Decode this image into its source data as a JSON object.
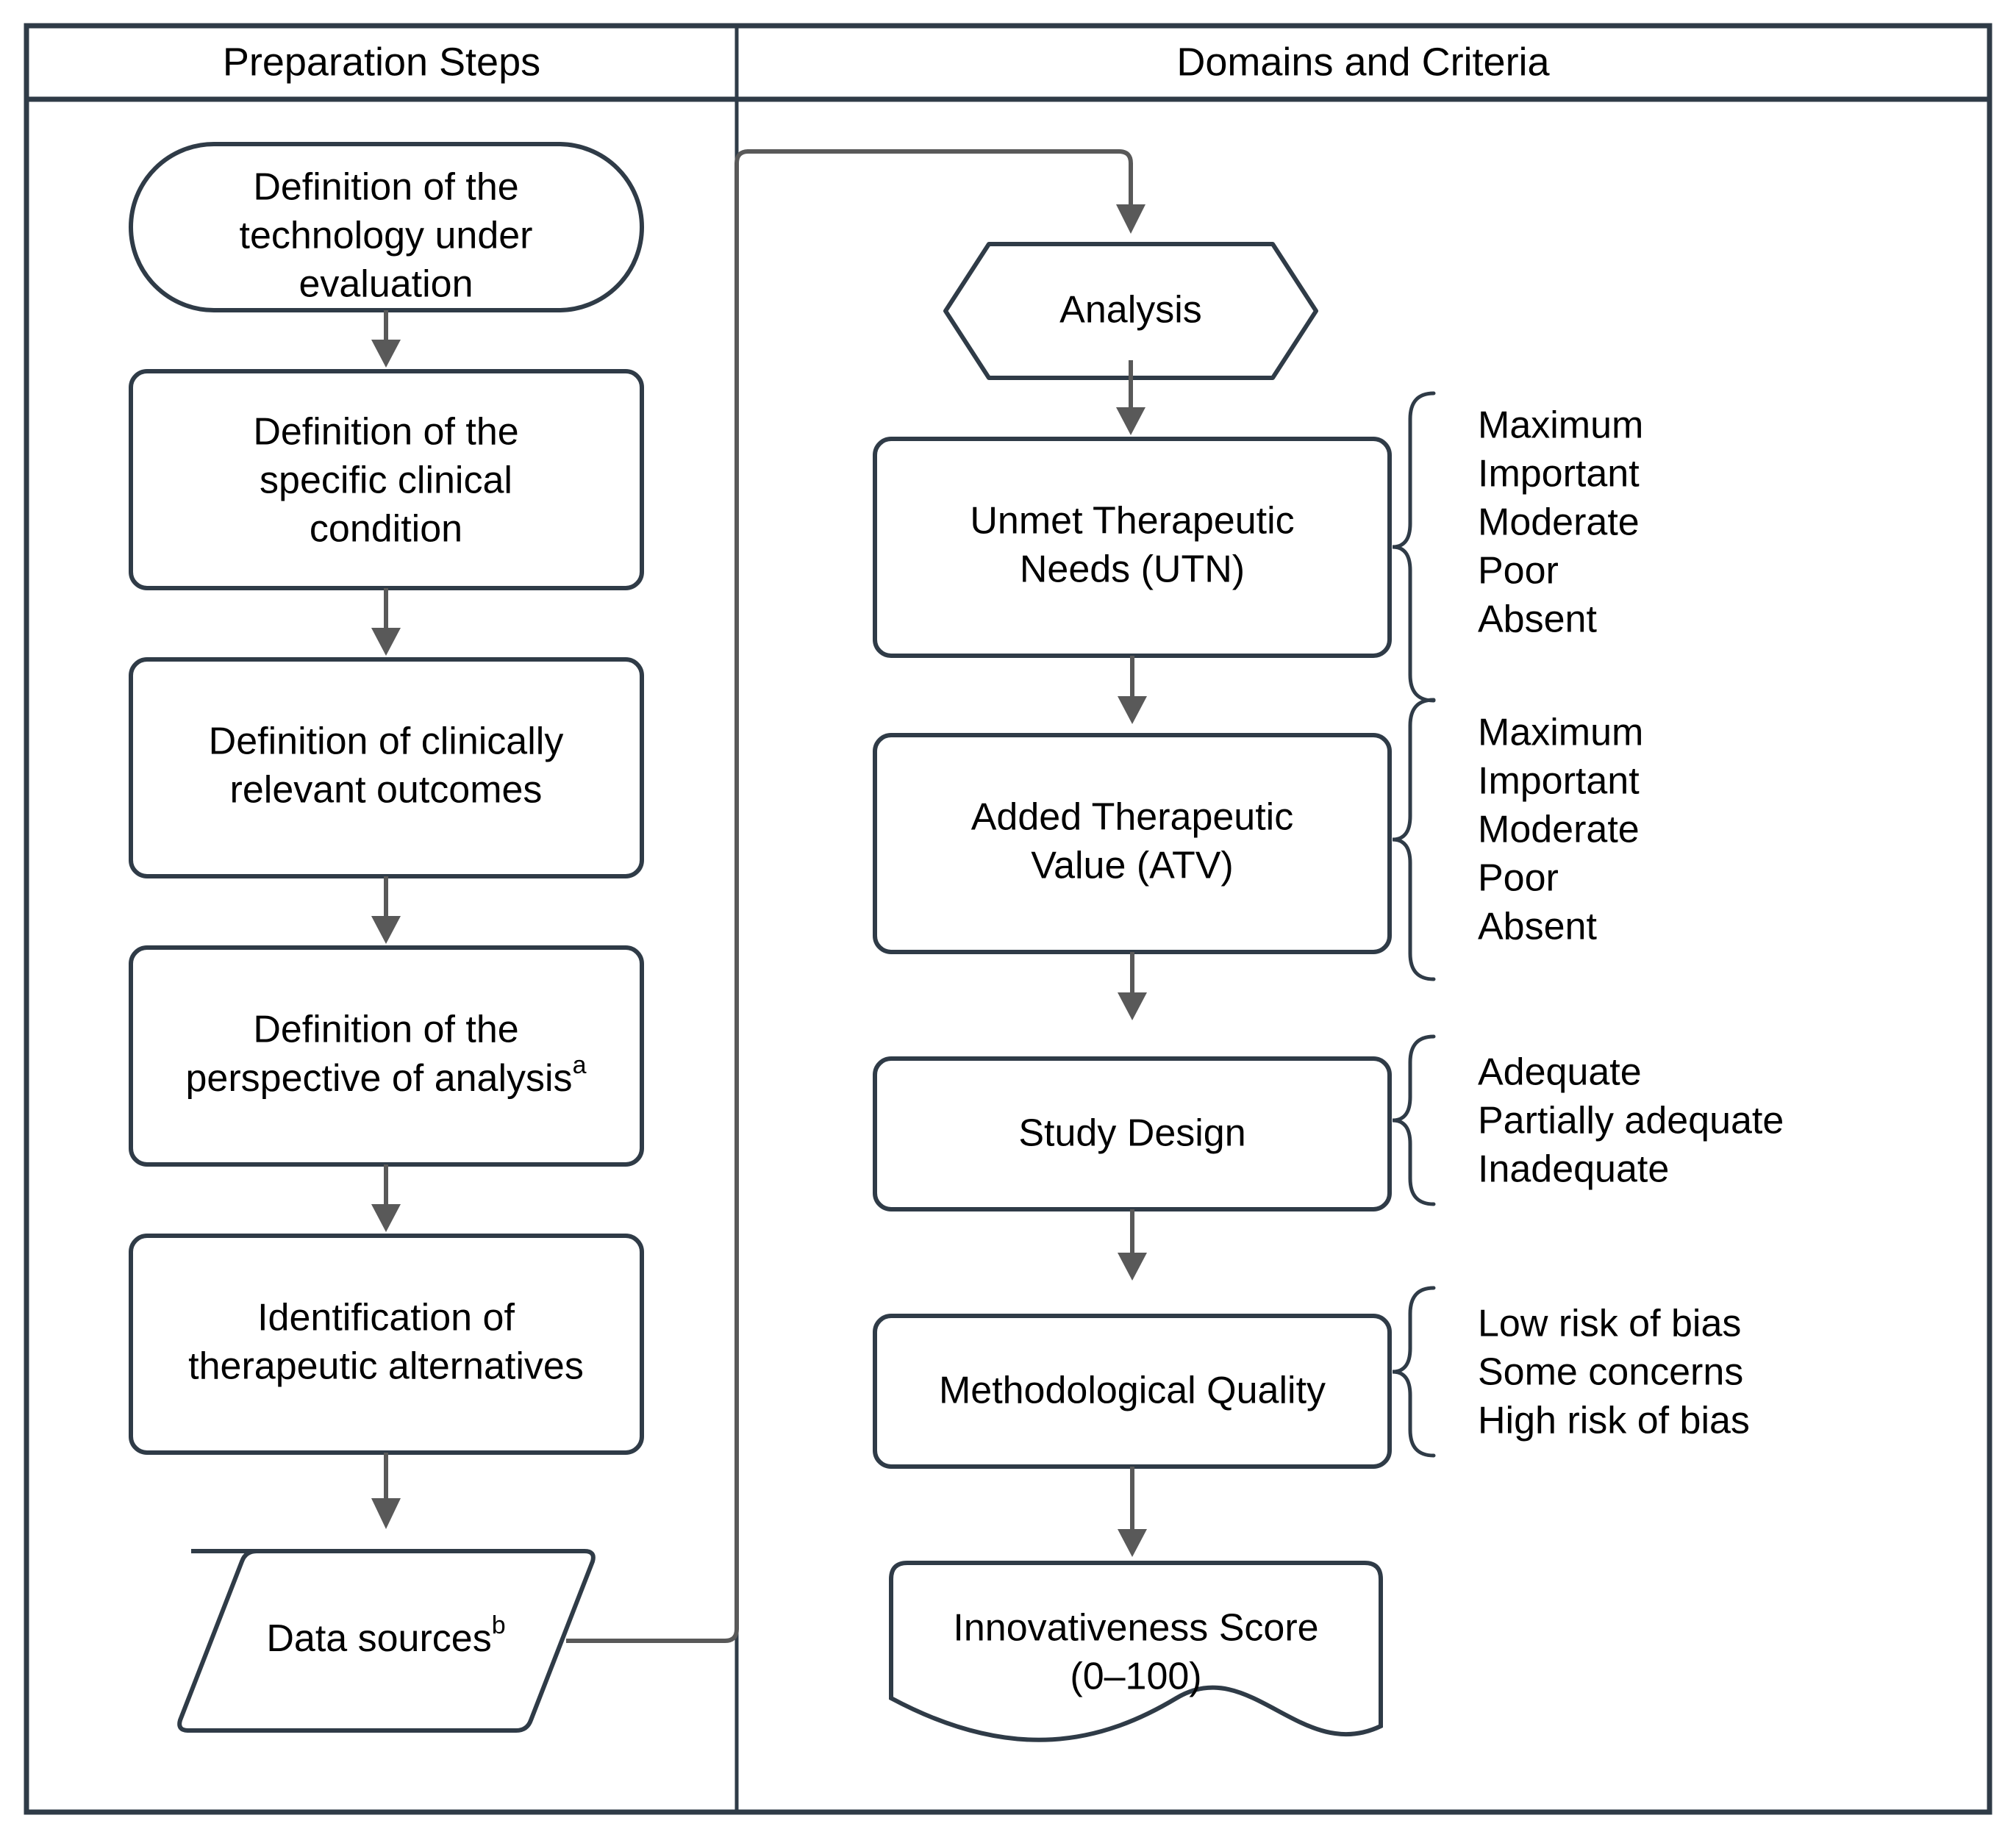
{
  "panels": {
    "left": {
      "title": "Preparation Steps"
    },
    "right": {
      "title": "Domains and Criteria"
    }
  },
  "preparation_steps": [
    {
      "id": "technology",
      "shape": "stadium",
      "line1": "Definition of the",
      "line2": "technology under",
      "line3": "evaluation"
    },
    {
      "id": "clinical-condition",
      "shape": "rounded-rect",
      "line1": "Definition of the",
      "line2": "specific clinical",
      "line3": "condition"
    },
    {
      "id": "relevant-outcomes",
      "shape": "rounded-rect",
      "line1": "Definition of clinically",
      "line2": "relevant outcomes",
      "line3": ""
    },
    {
      "id": "perspective",
      "shape": "rounded-rect",
      "line1": "Definition of the",
      "line2": "perspective of analysis",
      "line3": "",
      "superscript": "a"
    },
    {
      "id": "alternatives",
      "shape": "rounded-rect",
      "line1": "Identification of",
      "line2": "therapeutic alternatives",
      "line3": ""
    },
    {
      "id": "data-sources",
      "shape": "parallelogram",
      "line1": "Data sources",
      "line2": "",
      "line3": "",
      "superscript": "b"
    }
  ],
  "domains": [
    {
      "id": "analysis",
      "shape": "hexagon",
      "line1": "Analysis",
      "line2": "",
      "criteria": []
    },
    {
      "id": "utn",
      "shape": "rounded-rect",
      "line1": "Unmet Therapeutic",
      "line2": "Needs (UTN)",
      "criteria": [
        "Maximum",
        "Important",
        "Moderate",
        "Poor",
        "Absent"
      ]
    },
    {
      "id": "atv",
      "shape": "rounded-rect",
      "line1": "Added Therapeutic",
      "line2": "Value (ATV)",
      "criteria": [
        "Maximum",
        "Important",
        "Moderate",
        "Poor",
        "Absent"
      ]
    },
    {
      "id": "study-design",
      "shape": "rounded-rect",
      "line1": "Study Design",
      "line2": "",
      "criteria": [
        "Adequate",
        "Partially adequate",
        "Inadequate"
      ]
    },
    {
      "id": "methodological-quality",
      "shape": "rounded-rect",
      "line1": "Methodological Quality",
      "line2": "",
      "criteria": [
        "Low risk of bias",
        "Some concerns",
        "High risk of bias"
      ]
    },
    {
      "id": "innovativeness-score",
      "shape": "document",
      "line1": "Innovativeness Score",
      "line2": "(0–100)",
      "criteria": []
    }
  ],
  "colors": {
    "shape_stroke": "#2f3b47",
    "connector": "#595959",
    "text": "#000000",
    "background": "#ffffff"
  }
}
